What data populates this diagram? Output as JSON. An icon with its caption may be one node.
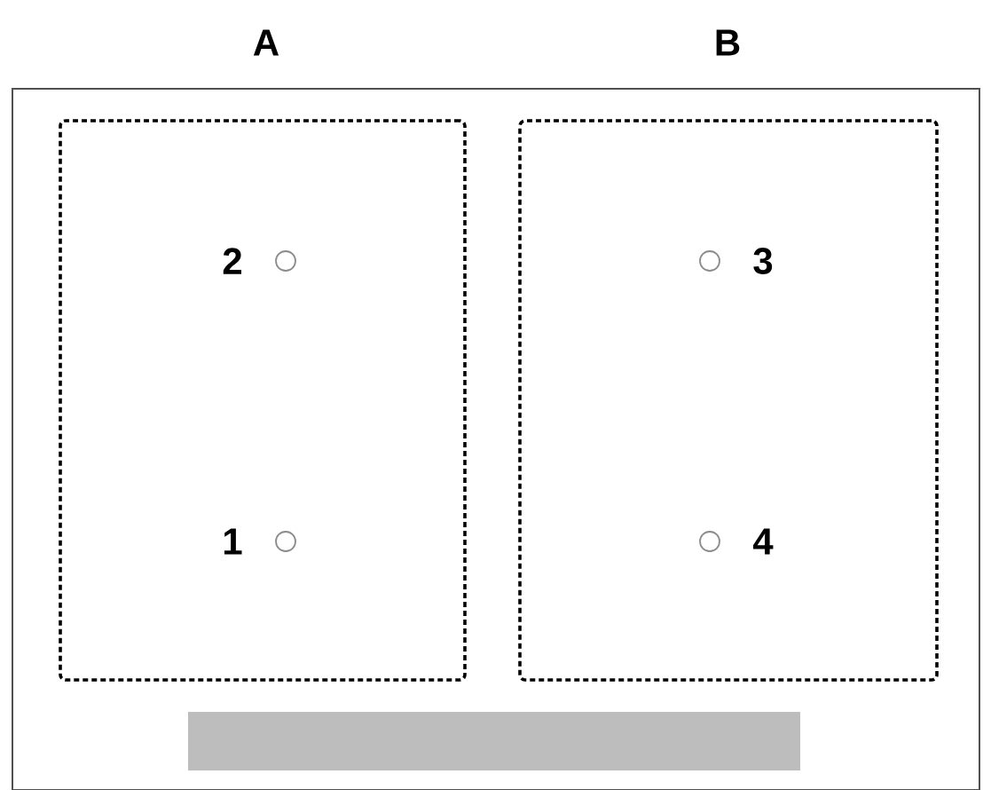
{
  "diagram": {
    "nodes": [
      {
        "text": [],
        "shape": "box"
      },
      {
        "text": [
          "A"
        ],
        "in": 0
      },
      {
        "text": [],
        "shape": "circle",
        "in": 1,
        "beside": [
          "2"
        ]
      },
      {
        "text": [],
        "shape": "circle",
        "in": 1,
        "beside": [
          "1"
        ]
      },
      {
        "text": [
          "B"
        ],
        "in": 0
      },
      {
        "text": [],
        "shape": "circle",
        "in": 4,
        "beside": [
          "3"
        ]
      },
      {
        "text": [],
        "shape": "circle",
        "in": 4,
        "beside": [
          "4"
        ]
      },
      {
        "text": [],
        "shape": "bar",
        "in": 0
      }
    ]
  }
}
